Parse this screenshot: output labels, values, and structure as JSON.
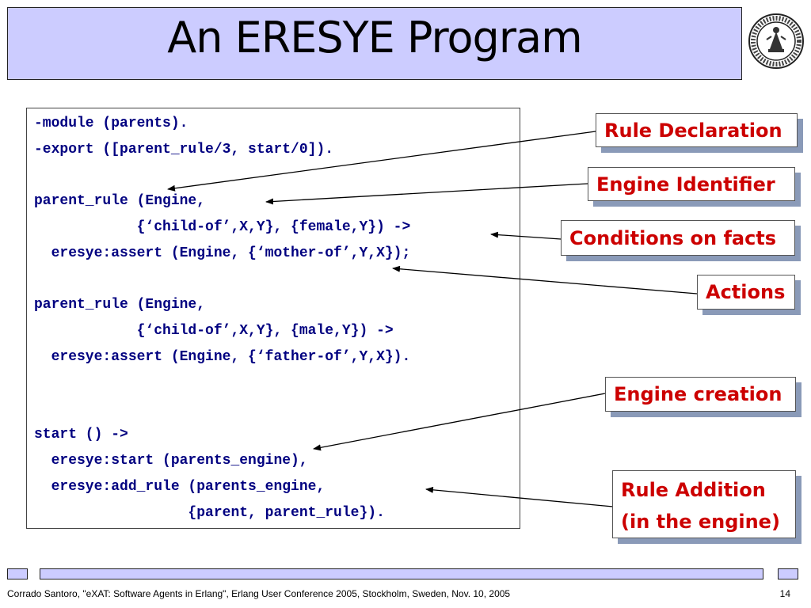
{
  "slide": {
    "title": "An ERESYE Program",
    "seal_text": "SICILIAE STVDIVM GENERALE 1434"
  },
  "code": {
    "lines": [
      "-module (parents).",
      "-export ([parent_rule/3, start/0]).",
      "parent_rule (Engine,",
      "            {‘child-of’,X,Y}, {female,Y}) ->",
      "  eresye:assert (Engine, {‘mother-of’,Y,X});",
      "parent_rule (Engine,",
      "            {‘child-of’,X,Y}, {male,Y}) ->",
      "  eresye:assert (Engine, {‘father-of’,Y,X}).",
      "start () ->",
      "  eresye:start (parents_engine),",
      "  eresye:add_rule (parents_engine,",
      "                  {parent, parent_rule})."
    ]
  },
  "callouts": {
    "rule_declaration": "Rule Declaration",
    "engine_identifier": "Engine Identifier",
    "conditions_on_facts": "Conditions on facts",
    "actions": "Actions",
    "engine_creation": "Engine creation",
    "rule_addition_line1": "Rule Addition",
    "rule_addition_line2": "(in the engine)"
  },
  "footer": {
    "citation": "Corrado Santoro, \"eXAT: Software Agents in Erlang\", Erlang User Conference 2005, Stockholm, Sweden, Nov. 10, 2005",
    "page_number": "14"
  },
  "colors": {
    "title_bg": "#ccccff",
    "code_text": "#000080",
    "callout_text": "#cc0000",
    "callout_shadow": "#8a9ab8"
  }
}
